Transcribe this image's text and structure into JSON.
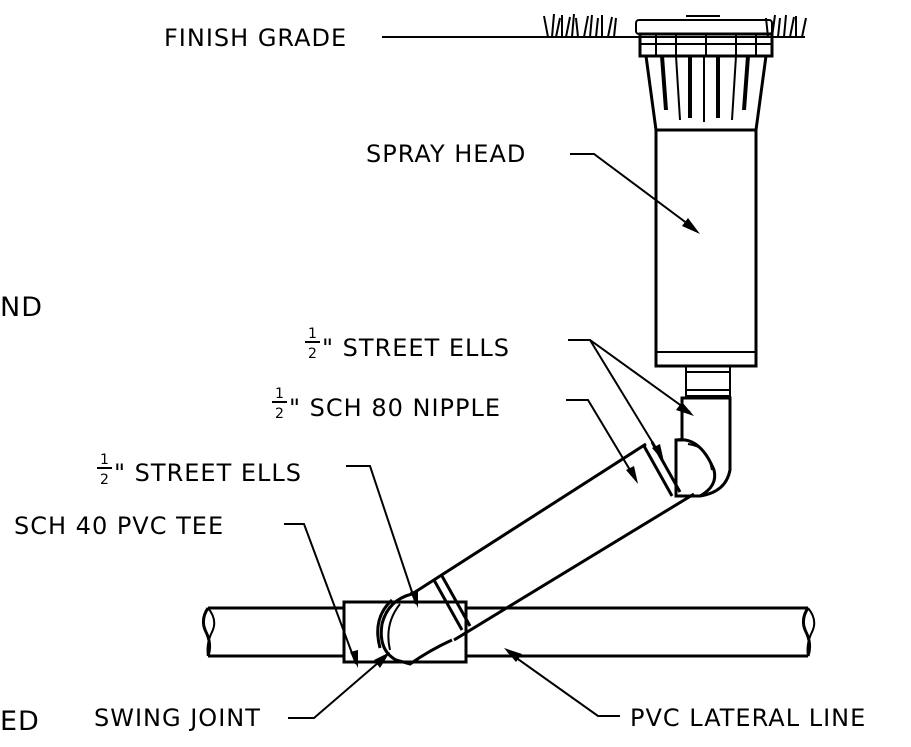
{
  "labels": {
    "finish_grade": "FINISH GRADE",
    "spray_head": "SPRAY HEAD",
    "street_ells_upper": "\" STREET ELLS",
    "sch80_nipple": "\" SCH 80 NIPPLE",
    "street_ells_lower": "\" STREET ELLS",
    "pvc_tee": "SCH 40 PVC TEE",
    "swing_joint": "SWING JOINT",
    "lateral_line": "PVC LATERAL LINE",
    "cut_left_nd": "ND",
    "cut_left_ed": "ED"
  },
  "fraction": {
    "numerator": "1",
    "denominator": "2"
  }
}
